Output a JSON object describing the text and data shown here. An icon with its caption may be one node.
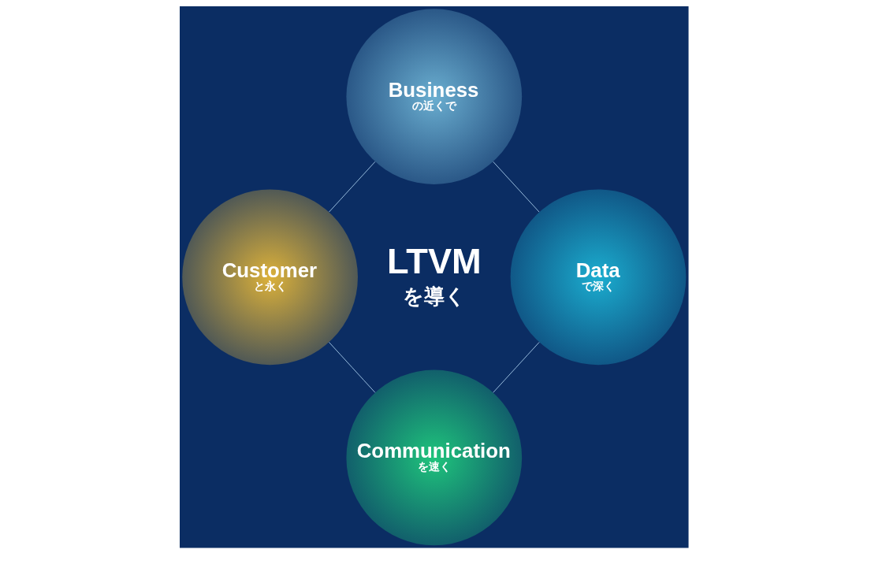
{
  "diagram": {
    "nodes": [
      {
        "text": [
          "Business",
          "の近くで"
        ]
      },
      {
        "text": [
          "Customer",
          "と永く"
        ]
      },
      {
        "text": [
          "Data",
          "で深く"
        ]
      },
      {
        "text": [
          "Communication",
          "を速く"
        ]
      }
    ],
    "edges": [
      {
        "from": 0,
        "to": 1,
        "arrow": "none"
      },
      {
        "from": 0,
        "to": 2,
        "arrow": "none"
      },
      {
        "from": 1,
        "to": 3,
        "arrow": "none"
      },
      {
        "from": 2,
        "to": 3,
        "arrow": "none"
      }
    ],
    "labels": [
      "LTVM",
      "を導く"
    ]
  }
}
